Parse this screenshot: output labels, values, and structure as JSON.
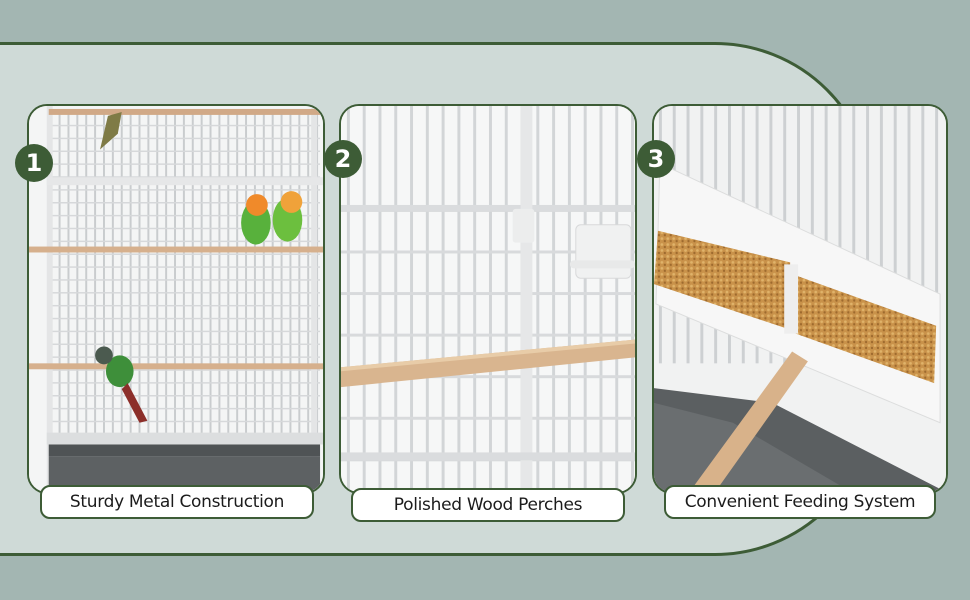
{
  "colors": {
    "background": "#a3b6b2",
    "band": "#cfdad7",
    "accent": "#3d5c36",
    "caption_bg": "#ffffff"
  },
  "features": [
    {
      "number": "1",
      "caption": "Sturdy Metal Construction",
      "image": "cage-with-birds-photo"
    },
    {
      "number": "2",
      "caption": "Polished Wood Perches",
      "image": "wood-perch-photo"
    },
    {
      "number": "3",
      "caption": "Convenient Feeding System",
      "image": "feeder-cups-photo"
    }
  ]
}
